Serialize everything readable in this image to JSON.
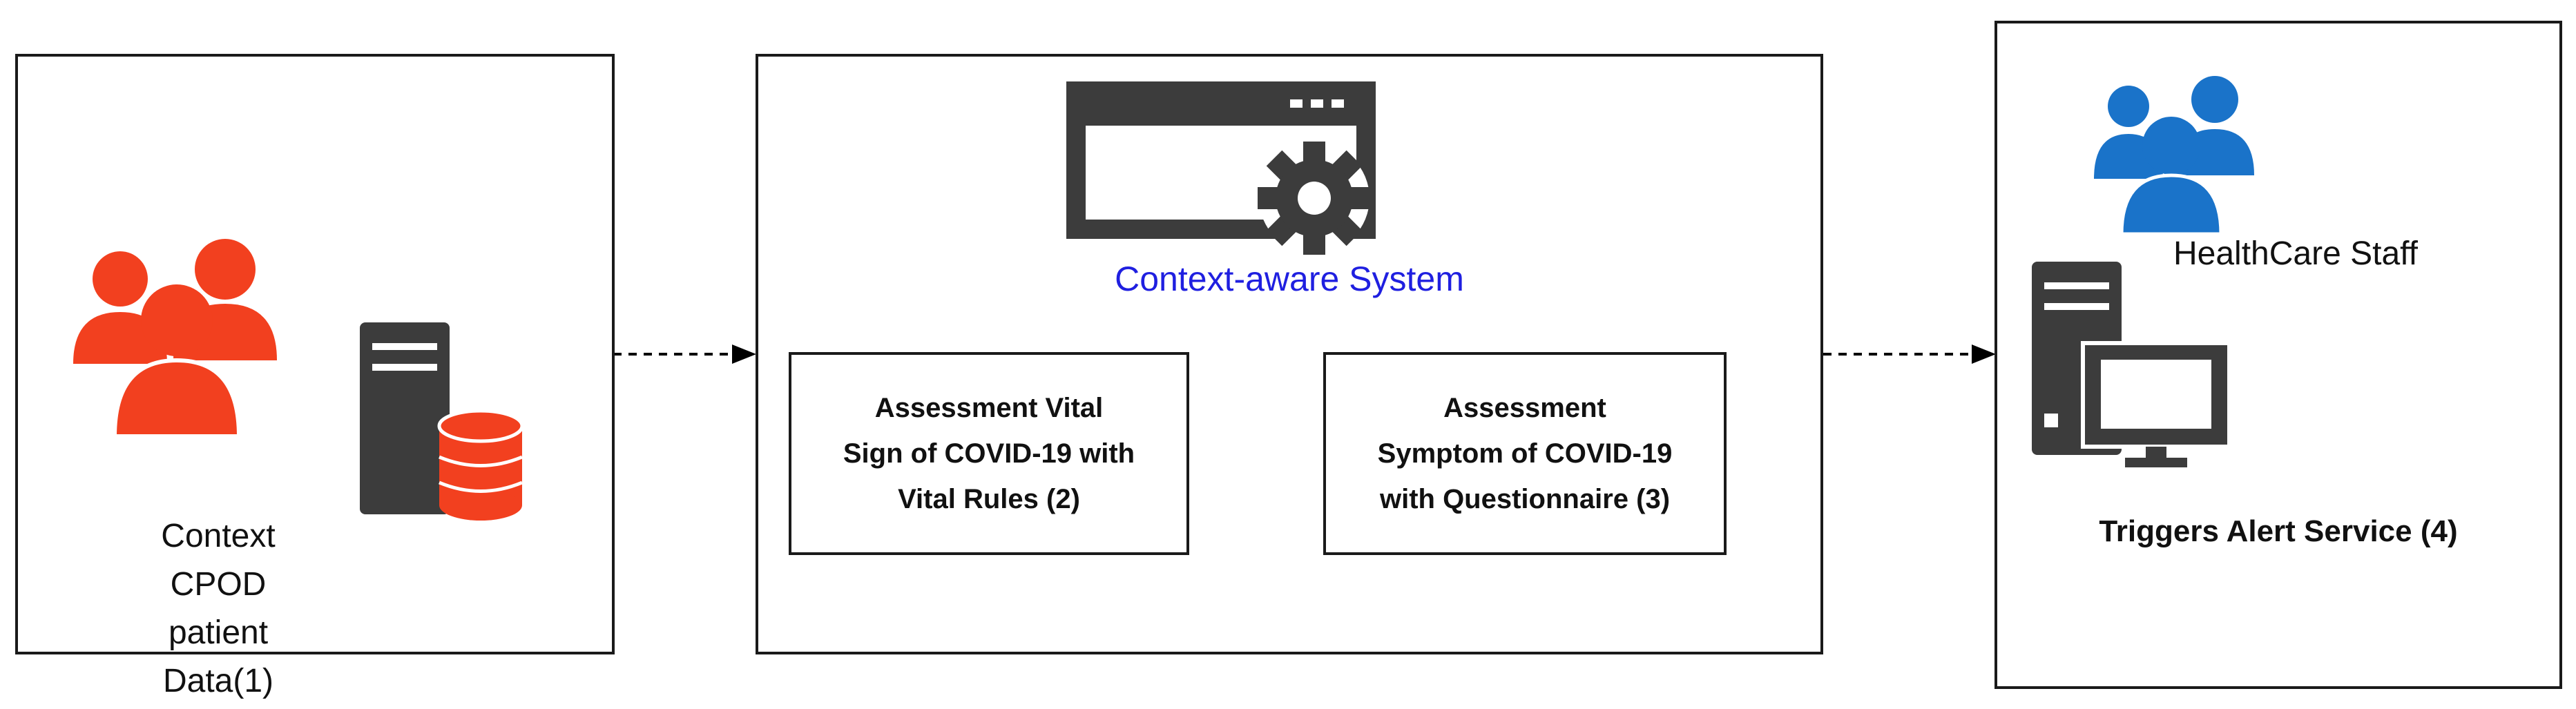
{
  "colors": {
    "patients_accent": "#f2401f",
    "staff_accent": "#1a73c9",
    "system_title": "#1f1fe0",
    "icon_dark": "#3c3c3c",
    "border": "#1a1a1a"
  },
  "source_box": {
    "label_lines": [
      "Context CPOD",
      "patient Data(1)"
    ],
    "icons": [
      "patients-group-icon",
      "database-server-icon"
    ]
  },
  "system_box": {
    "icon": "app-window-gear-icon",
    "title": "Context-aware System",
    "vital_box": {
      "lines": [
        "Assessment Vital",
        "Sign of COVID-19 with",
        "Vital Rules (2)"
      ]
    },
    "symptom_box": {
      "lines": [
        "Assessment",
        "Symptom of COVID-19",
        "with Questionnaire (3)"
      ]
    }
  },
  "output_box": {
    "staff_label": "HealthCare Staff",
    "alert_label": "Triggers Alert Service (4)",
    "icons": [
      "healthcare-staff-icon",
      "server-monitor-icon"
    ]
  }
}
